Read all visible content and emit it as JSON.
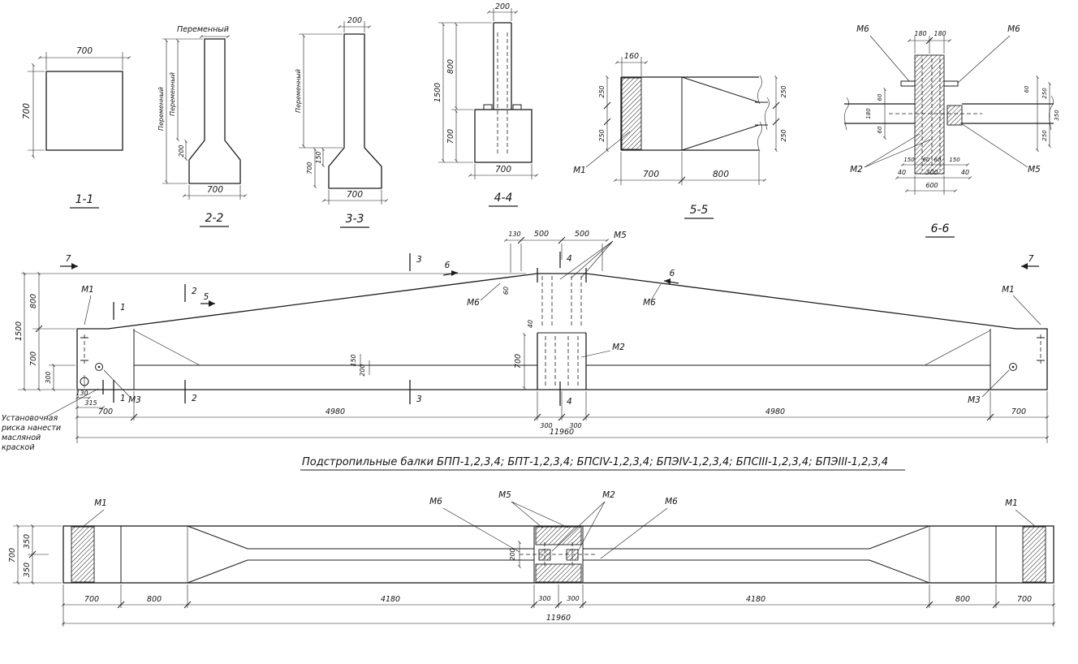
{
  "drawing_title": "Подстропильные балки БПП-1,2,3,4; БПТ-1,2,3,4; БПСIV-1,2,3,4; БПЭIV-1,2,3,4; БПСIII-1,2,3,4; БПЭIII-1,2,3,4",
  "markers": {
    "m1": "М1",
    "m2": "М2",
    "m3": "М3",
    "m5": "М5",
    "m6": "М6"
  },
  "cuts": {
    "c1": "1",
    "c2": "2",
    "c3": "3",
    "c4": "4",
    "c5": "5",
    "c6": "6",
    "c7": "7"
  },
  "section_1_1": {
    "label": "1-1",
    "dim_width": "700",
    "dim_height": "700"
  },
  "section_2_2": {
    "label": "2-2",
    "dim_top": "Переменный",
    "dim_height": "Переменный",
    "dim_stem": "Переменный",
    "dim_haunch": "200",
    "dim_bottom": "700"
  },
  "section_3_3": {
    "label": "3-3",
    "dim_top": "200",
    "dim_stem": "Переменный",
    "dim_base": "700",
    "dim_haunch": "150",
    "dim_bottom": "700"
  },
  "section_4_4": {
    "label": "4-4",
    "dim_top": "200",
    "dim_upper": "800",
    "dim_total": "1500",
    "dim_lower": "700",
    "dim_bottom": "700"
  },
  "section_5_5": {
    "label": "5-5",
    "dim_plate": "160",
    "dim_left_a": "250",
    "dim_left_b": "250",
    "dim_right_a": "250",
    "dim_right_b": "250",
    "dim_bottom_a": "700",
    "dim_bottom_b": "800"
  },
  "section_6_6": {
    "label": "6-6",
    "dim_top_a": "180",
    "dim_top_b": "180",
    "dim_left_a": "60",
    "dim_left_b": "180",
    "dim_left_c": "60",
    "dim_right_a": "60",
    "dim_right_b": "250",
    "dim_right_c": "250",
    "dim_right_d": "350",
    "dim_bot_row1": [
      "150",
      "60",
      "60",
      "150"
    ],
    "dim_40a": "40",
    "dim_300": "300",
    "dim_40b": "40",
    "dim_600": "600"
  },
  "elevation": {
    "dim_h_total": "1500",
    "dim_h_slope": "800",
    "dim_h_end": "700",
    "dim_h_flange": "300",
    "dim_top_130": "130",
    "dim_top_500a": "500",
    "dim_top_500b": "500",
    "dim_60": "60",
    "dim_40": "40",
    "dim_joint_700": "700",
    "dim_150": "150",
    "dim_200": "200",
    "dim_b_130": "130",
    "dim_b_315": "315",
    "dim_b_700l": "700",
    "dim_b_4980a": "4980",
    "dim_b_300a": "300",
    "dim_b_300b": "300",
    "dim_b_4980b": "4980",
    "dim_b_700r": "700",
    "dim_b_total": "11960",
    "note_lines": [
      "Установочная",
      "риска нанести",
      "масляной",
      "краской"
    ]
  },
  "plan": {
    "dim_h_total": "700",
    "dim_h_a": "350",
    "dim_h_b": "350",
    "dim_web": "200",
    "dim_b_700l": "700",
    "dim_b_800l": "800",
    "dim_b_4180a": "4180",
    "dim_b_300a": "300",
    "dim_b_300b": "300",
    "dim_b_4180b": "4180",
    "dim_b_800r": "800",
    "dim_b_700r": "700",
    "dim_b_total": "11960"
  }
}
